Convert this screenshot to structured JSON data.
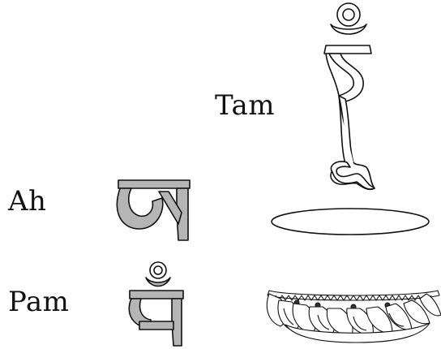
{
  "labels": {
    "tam": "Tam",
    "ah": "Ah",
    "pam": "Pam"
  },
  "colors": {
    "glyph_fill": "#b5b5b5",
    "stroke": "#111111",
    "background": "#ffffff"
  },
  "icons": [
    "tam-syllable-icon",
    "ah-syllable-icon",
    "pam-syllable-icon",
    "moon-disc-icon",
    "lotus-icon"
  ]
}
